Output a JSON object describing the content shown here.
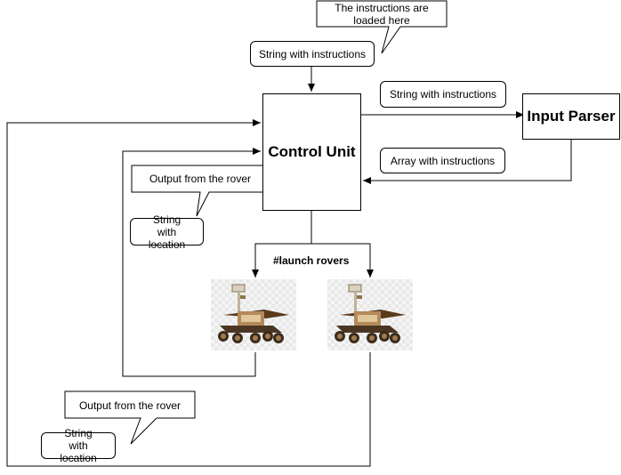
{
  "nodes": {
    "control_unit": "Control Unit",
    "input_parser": "Input Parser",
    "launch_label": "#launch rovers"
  },
  "labels": {
    "string_instructions_top": "String with instructions",
    "string_instructions_right": "String with instructions",
    "array_instructions": "Array with instructions",
    "string_location_1": "String with location",
    "string_location_2": "String with location"
  },
  "callouts": {
    "instructions_loaded": "The instructions are loaded here",
    "output_rover_1": "Output from the rover",
    "output_rover_2": "Output from the rover"
  },
  "images": {
    "rover_left": "mars-rover-image",
    "rover_right": "mars-rover-image"
  }
}
